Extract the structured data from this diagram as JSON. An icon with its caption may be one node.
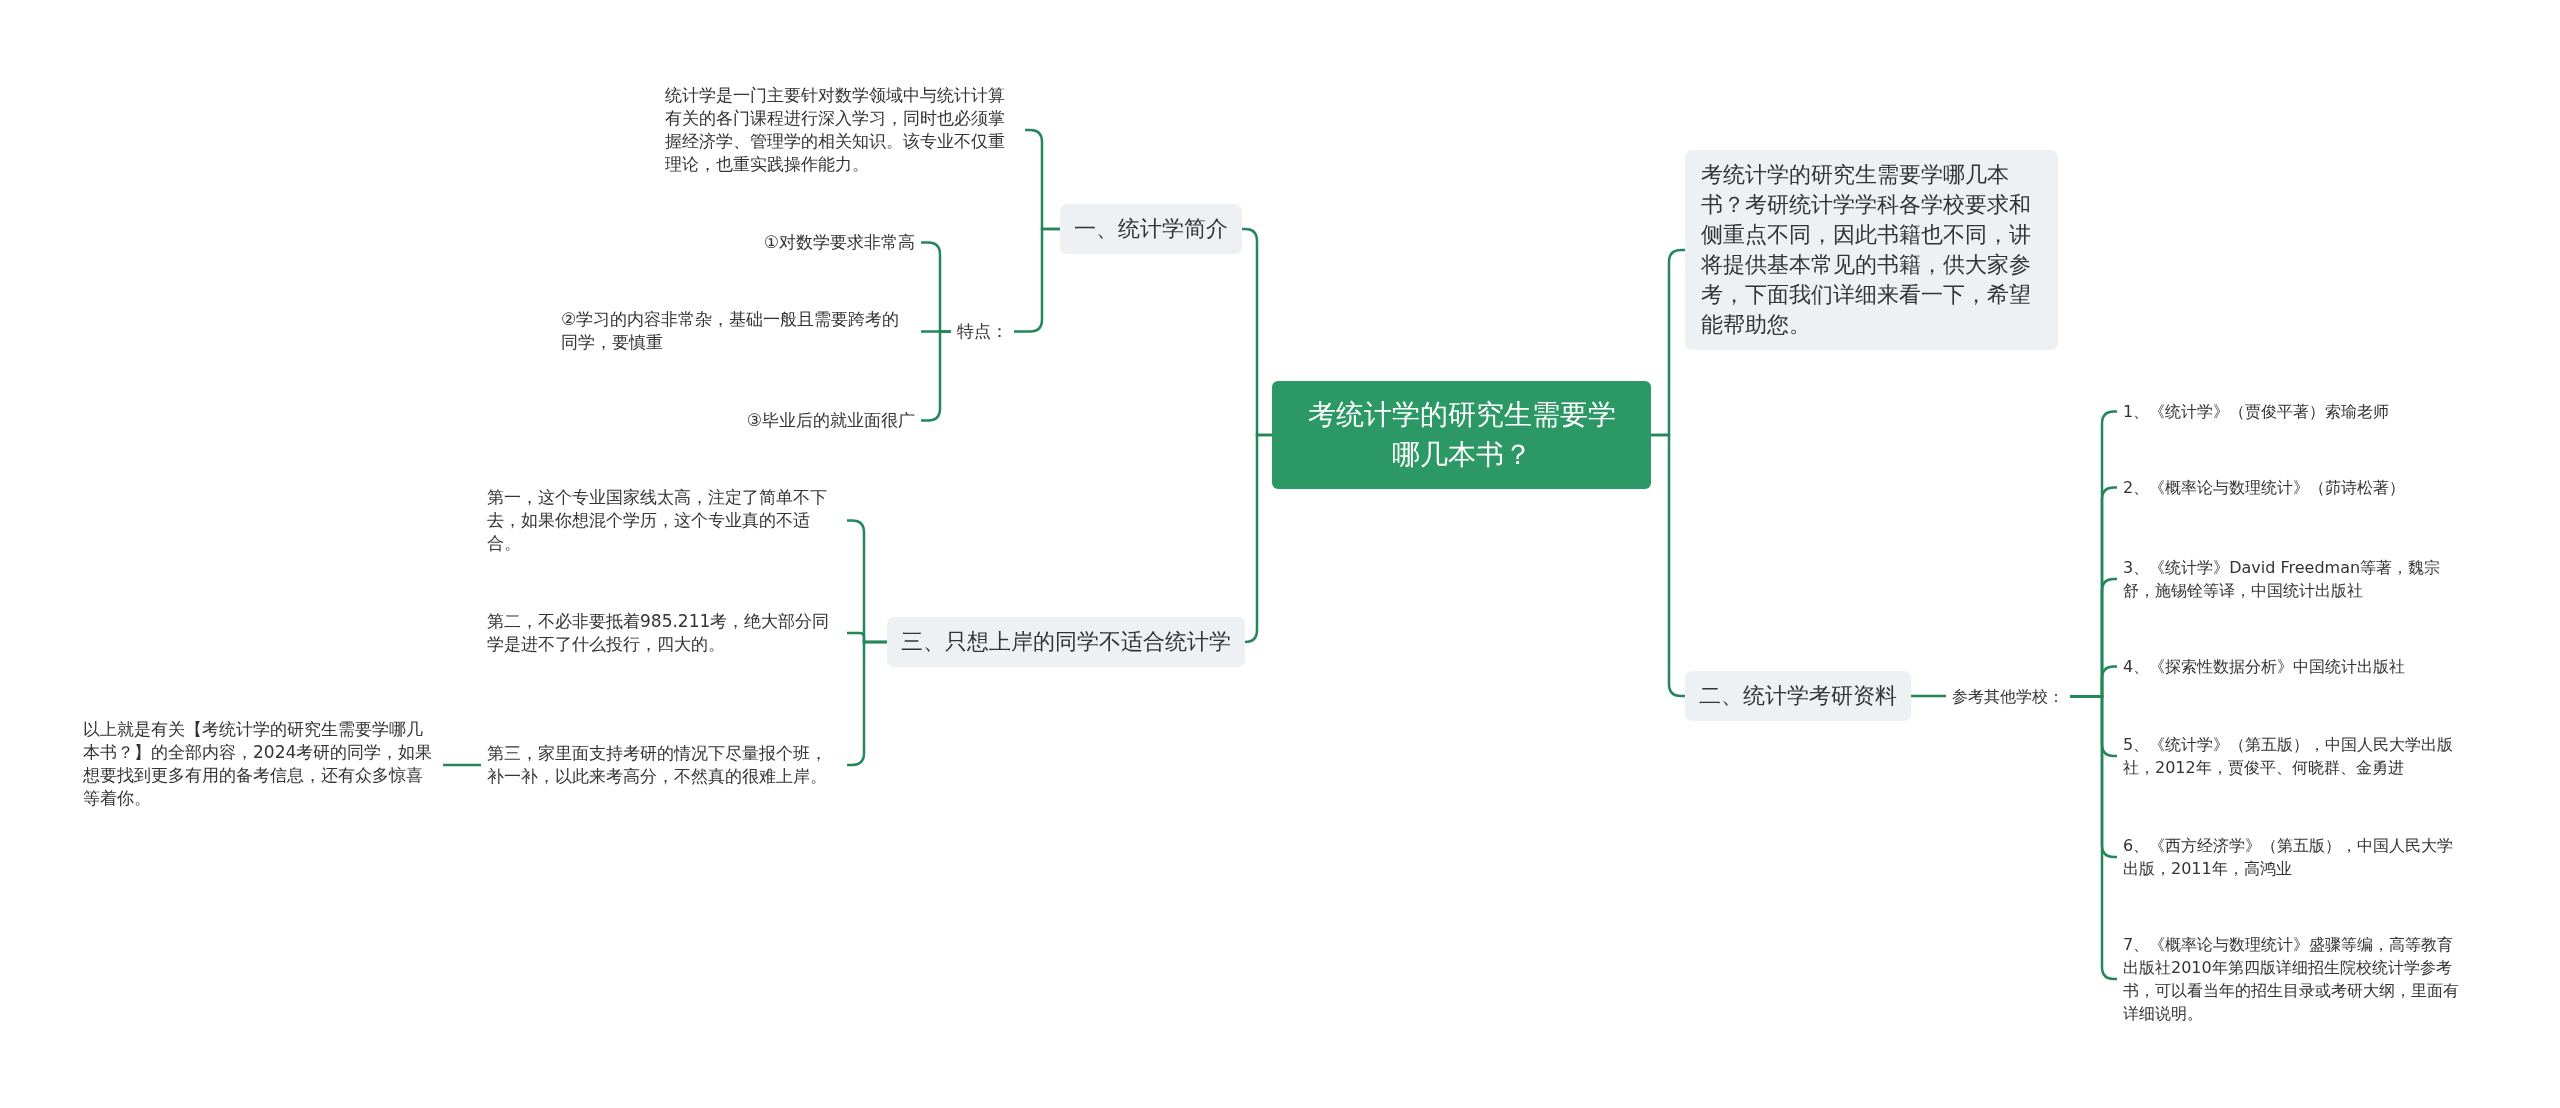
{
  "diagram": {
    "nodes": [
      {
        "text": [
          "考统计学的研究生需要学哪几本书？"
        ]
      },
      {
        "text": [
          "一、统计学简介"
        ]
      },
      {
        "text": [
          "统计学是一门主要针对数学领域中与统计计算有关的各门课程进行深入学习，同时也必须掌握经济学、管理学的相关知识。该专业不仅重理论，也重实践操作能力。"
        ]
      },
      {
        "text": [
          "特点："
        ]
      },
      {
        "text": [
          "①对数学要求非常高"
        ]
      },
      {
        "text": [
          "②学习的内容非常杂，基础一般且需要跨考的同学，要慎重"
        ]
      },
      {
        "text": [
          "③毕业后的就业面很广"
        ]
      },
      {
        "text": [
          "三、只想上岸的同学不适合统计学"
        ]
      },
      {
        "text": [
          "第一，这个专业国家线太高，注定了简单不下去，如果你想混个学历，这个专业真的不适合。"
        ]
      },
      {
        "text": [
          "第二，不必非要抵着985.211考，绝大部分同学是进不了什么投行，四大的。"
        ]
      },
      {
        "text": [
          "第三，家里面支持考研的情况下尽量报个班，补一补，以此来考高分，不然真的很难上岸。"
        ]
      },
      {
        "text": [
          "以上就是有关【考统计学的研究生需要学哪几本书？】的全部内容，2024考研的同学，如果想要找到更多有用的备考信息，还有众多惊喜等着你。"
        ]
      },
      {
        "text": [
          "考统计学的研究生需要学哪几本书？考研统计学学科各学校要求和侧重点不同，因此书籍也不同，讲将提供基本常见的书籍，供大家参考，下面我们详细来看一下，希望能帮助您。"
        ]
      },
      {
        "text": [
          "二、统计学考研资料"
        ]
      },
      {
        "text": [
          "参考其他学校："
        ]
      },
      {
        "text": [
          "1、《统计学》（贾俊平著）索瑜老师"
        ]
      },
      {
        "text": [
          "2、《概率论与数理统计》（茆诗松著）"
        ]
      },
      {
        "text": [
          "3、《统计学》David Freedman等著，魏宗舒，施锡铨等译，中国统计出版社"
        ]
      },
      {
        "text": [
          "4、《探索性数据分析》中国统计出版社"
        ]
      },
      {
        "text": [
          "5、《统计学》（第五版），中国人民大学出版社，2012年，贾俊平、何晓群、金勇进"
        ]
      },
      {
        "text": [
          "6、《西方经济学》（第五版），中国人民大学出版，2011年，高鸿业"
        ]
      },
      {
        "text": [
          "7、《概率论与数理统计》盛骤等编，高等教育出版社2010年第四版详细招生院校统计学参考书，可以看当年的招生目录或考研大纲，里面有详细说明。"
        ]
      }
    ],
    "edges": [
      {
        "from": 0,
        "to": 1,
        "arrow": "none"
      },
      {
        "from": 1,
        "to": 2,
        "arrow": "none"
      },
      {
        "from": 1,
        "to": 3,
        "arrow": "none"
      },
      {
        "from": 3,
        "to": 4,
        "arrow": "none"
      },
      {
        "from": 3,
        "to": 5,
        "arrow": "none"
      },
      {
        "from": 3,
        "to": 6,
        "arrow": "none"
      },
      {
        "from": 0,
        "to": 7,
        "arrow": "none"
      },
      {
        "from": 7,
        "to": 8,
        "arrow": "none"
      },
      {
        "from": 7,
        "to": 9,
        "arrow": "none"
      },
      {
        "from": 7,
        "to": 10,
        "arrow": "none"
      },
      {
        "from": 10,
        "to": 11,
        "arrow": "none"
      },
      {
        "from": 0,
        "to": 12,
        "arrow": "none"
      },
      {
        "from": 0,
        "to": 13,
        "arrow": "none"
      },
      {
        "from": 13,
        "to": 14,
        "arrow": "none"
      },
      {
        "from": 14,
        "to": 15,
        "arrow": "none"
      },
      {
        "from": 14,
        "to": 16,
        "arrow": "none"
      },
      {
        "from": 14,
        "to": 17,
        "arrow": "none"
      },
      {
        "from": 14,
        "to": 18,
        "arrow": "none"
      },
      {
        "from": 14,
        "to": 19,
        "arrow": "none"
      },
      {
        "from": 14,
        "to": 20,
        "arrow": "none"
      },
      {
        "from": 14,
        "to": 21,
        "arrow": "none"
      }
    ]
  }
}
